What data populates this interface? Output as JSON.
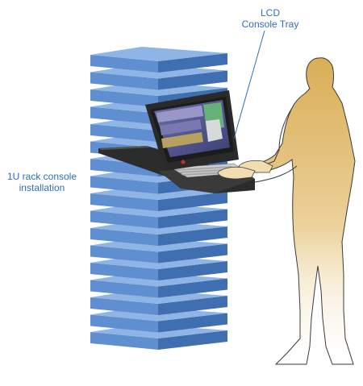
{
  "labels": {
    "lcd_console_tray": {
      "line1": "LCD",
      "line2": "Console Tray"
    },
    "rack_console": {
      "line1": "1U rack console",
      "line2": "installation"
    }
  },
  "colors": {
    "label_text": "#2f6fb5",
    "rack_face": "#5f8fd0",
    "rack_top": "#8fb4e6",
    "rack_side": "#3f6fb0",
    "person_fill": "#e2bf6e",
    "person_outline": "#3a3a3a",
    "laptop_dark": "#2a2a2a"
  },
  "icons": [
    "server-rack-icon",
    "lcd-console-tray-icon",
    "person-icon",
    "keyboard-icon"
  ]
}
